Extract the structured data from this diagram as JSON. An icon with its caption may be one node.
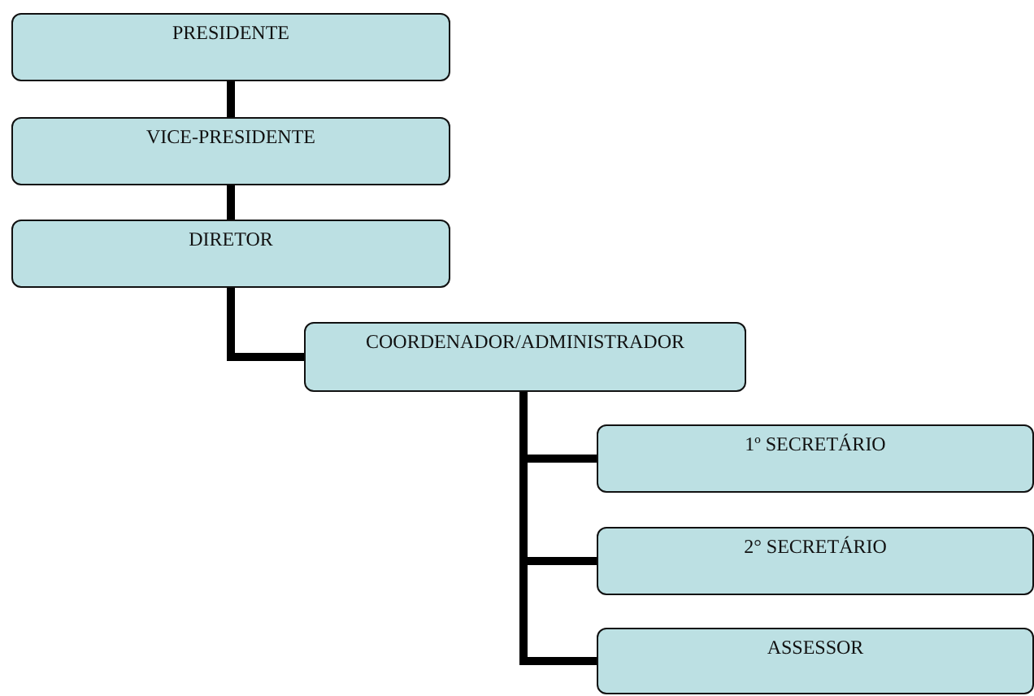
{
  "diagram": {
    "nodes": [
      {
        "text": [
          "PRESIDENTE"
        ]
      },
      {
        "text": [
          "VICE-PRESIDENTE"
        ]
      },
      {
        "text": [
          "DIRETOR"
        ]
      },
      {
        "text": [
          "COORDENADOR/ADMINISTRADOR"
        ]
      },
      {
        "text": [
          "1º SECRETÁRIO"
        ]
      },
      {
        "text": [
          "2° SECRETÁRIO"
        ]
      },
      {
        "text": [
          "ASSESSOR"
        ]
      }
    ],
    "edges": [
      {
        "from": 0,
        "to": 1,
        "arrow": "none"
      },
      {
        "from": 1,
        "to": 2,
        "arrow": "none"
      },
      {
        "from": 2,
        "to": 3,
        "arrow": "none"
      },
      {
        "from": 3,
        "to": 4,
        "arrow": "none"
      },
      {
        "from": 3,
        "to": 5,
        "arrow": "none"
      },
      {
        "from": 3,
        "to": 6,
        "arrow": "none"
      }
    ]
  }
}
